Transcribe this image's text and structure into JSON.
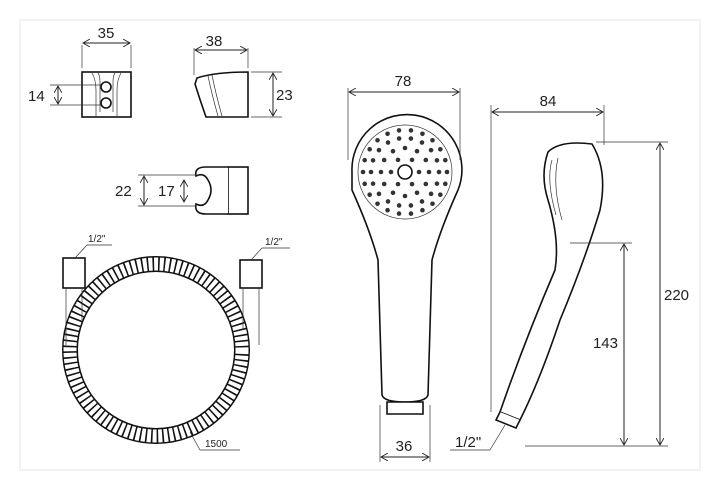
{
  "holder_front": {
    "width": "35",
    "hole_spacing": "14"
  },
  "holder_side": {
    "width": "38",
    "height": "23"
  },
  "holder_top": {
    "outer": "22",
    "inner": "17"
  },
  "hose": {
    "left_thread": "1/2\"",
    "right_thread": "1/2\"",
    "length": "1500"
  },
  "head_front": {
    "diameter": "78",
    "neck": "36"
  },
  "head_side": {
    "depth": "84",
    "total_length": "220",
    "handle_length": "143",
    "thread": "1/2\""
  }
}
